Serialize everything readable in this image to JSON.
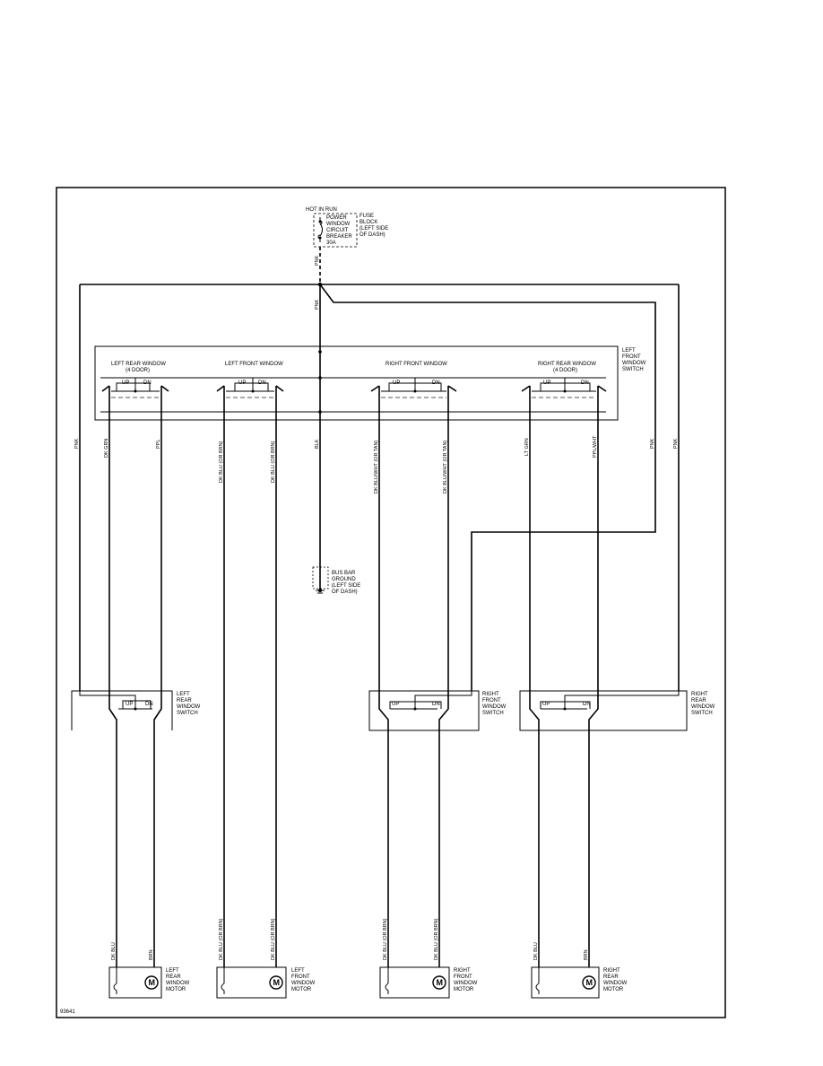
{
  "power": {
    "hot_in_run": "HOT IN RUN",
    "breaker_lines": [
      "POWER",
      "WINDOW",
      "CIRCUIT",
      "BREAKER",
      "30A"
    ],
    "fuse_block_lines": [
      "FUSE",
      "BLOCK",
      "(LEFT SIDE",
      "OF DASH)"
    ]
  },
  "master_switch": {
    "label_lines": [
      "LEFT",
      "FRONT",
      "WINDOW",
      "SWITCH"
    ],
    "sections": [
      {
        "title_lines": [
          "LEFT REAR WINDOW",
          "(4 DOOR)"
        ],
        "up": "UP",
        "dn": "DN"
      },
      {
        "title_lines": [
          "LEFT FRONT WINDOW"
        ],
        "up": "UP",
        "dn": "DN"
      },
      {
        "title_lines": [
          "RIGHT FRONT WINDOW"
        ],
        "up": "UP",
        "dn": "DN"
      },
      {
        "title_lines": [
          "RIGHT REAR WINDOW",
          "(4 DOOR)"
        ],
        "up": "UP",
        "dn": "DN"
      }
    ]
  },
  "ground": {
    "label_lines": [
      "BUS BAR",
      "GROUND",
      "(LEFT SIDE",
      "OF DASH)"
    ]
  },
  "wires": {
    "pnk_main": "PNK",
    "pnk_left": "PNK",
    "pnk_right_a": "PNK",
    "pnk_right_b": "PNK",
    "pnk_top": "PNK",
    "blk": "BLK",
    "m1": "DK GRN",
    "m2": "PPL",
    "m3": "DK BLU (OR BRN)",
    "m4": "DK BLU (OR BRN)",
    "m5": "DK BLU/WHT (OR TAN)",
    "m6": "DK BLU/WHT (OR TAN)",
    "m7": "LT GRN",
    "m8": "PPL/WHT",
    "b1": "DK BLU",
    "b2": "BRN",
    "b3": "DK BLU (OR BRN)",
    "b4": "DK BLU (OR BRN)",
    "b5": "DK BLU (OR BRN)",
    "b6": "DK BLU (OR BRN)",
    "b7": "DK BLU",
    "b8": "BRN"
  },
  "door_switches": [
    {
      "label_lines": [
        "LEFT",
        "REAR",
        "WINDOW",
        "SWITCH"
      ],
      "up": "UP",
      "dn": "DN"
    },
    {
      "label_lines": [
        "RIGHT",
        "FRONT",
        "WINDOW",
        "SWITCH"
      ],
      "up": "UP",
      "dn": "DN"
    },
    {
      "label_lines": [
        "RIGHT",
        "REAR",
        "WINDOW",
        "SWITCH"
      ],
      "up": "UP",
      "dn": "DN"
    }
  ],
  "motors": [
    {
      "symbol": "M",
      "label_lines": [
        "LEFT",
        "REAR",
        "WINDOW",
        "MOTOR"
      ]
    },
    {
      "symbol": "M",
      "label_lines": [
        "LEFT",
        "FRONT",
        "WINDOW",
        "MOTOR"
      ]
    },
    {
      "symbol": "M",
      "label_lines": [
        "RIGHT",
        "FRONT",
        "WINDOW",
        "MOTOR"
      ]
    },
    {
      "symbol": "M",
      "label_lines": [
        "RIGHT",
        "REAR",
        "WINDOW",
        "MOTOR"
      ]
    }
  ],
  "diagram_id": "93641"
}
